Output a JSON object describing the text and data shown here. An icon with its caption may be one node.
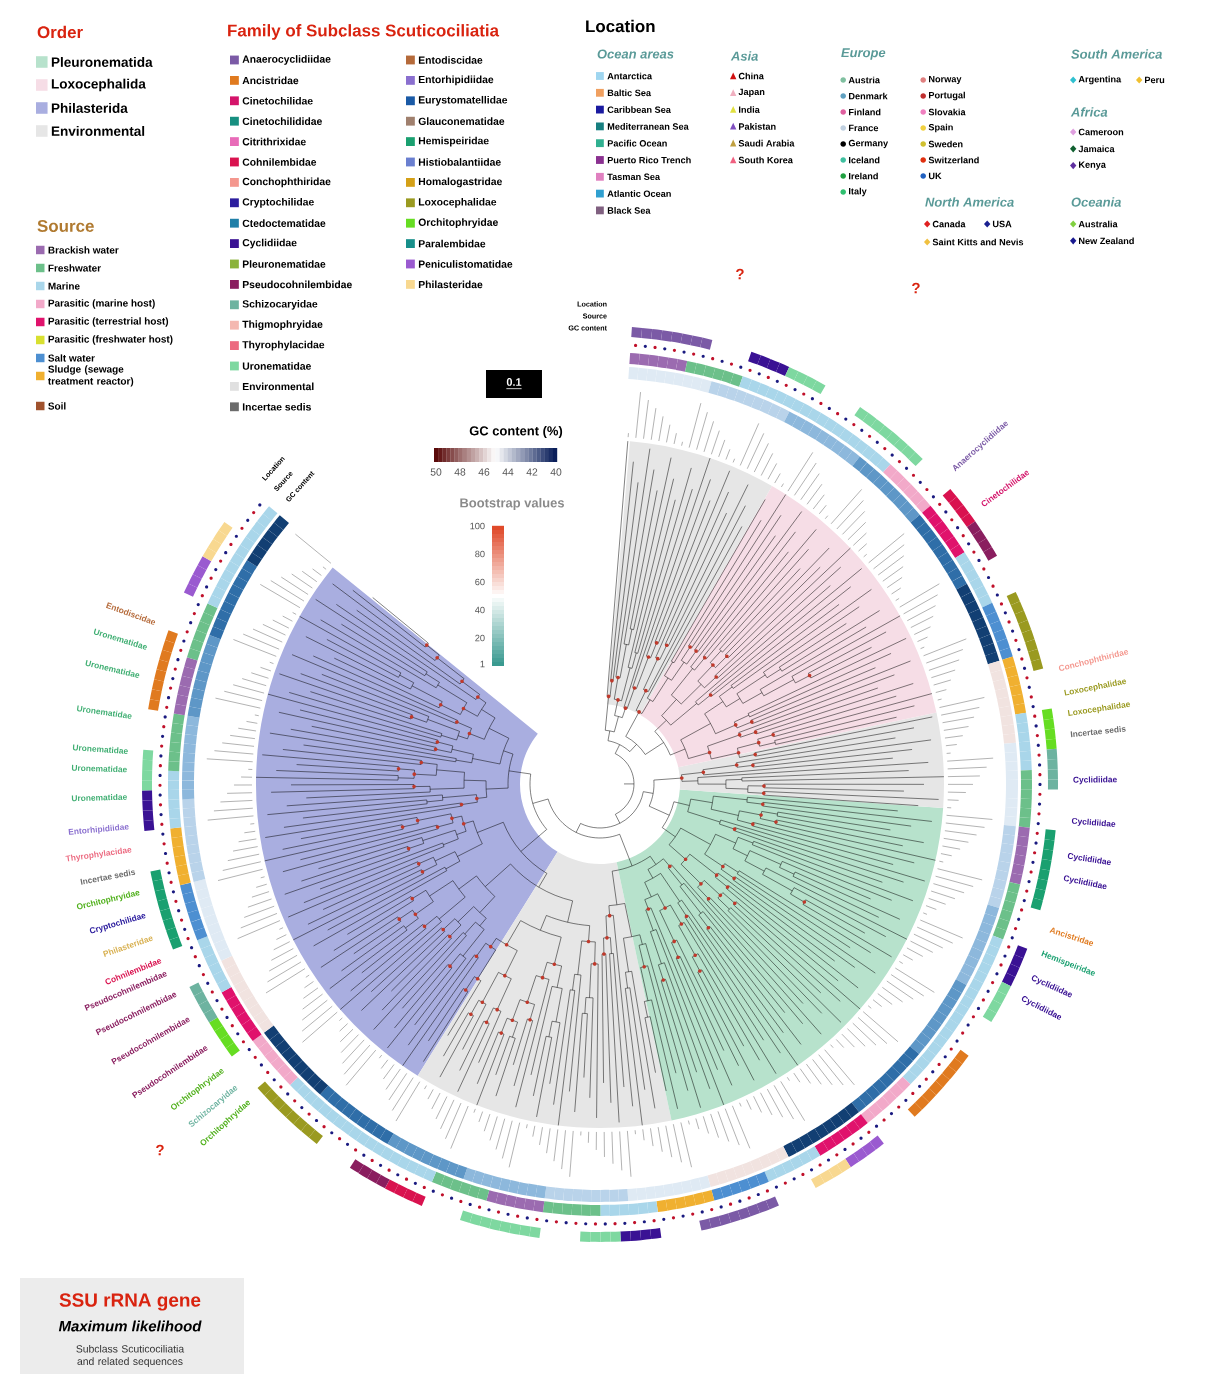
{
  "diagram": {
    "labels": [
      "Order",
      "Family of Subclass Scuticociliatia",
      "Location",
      "Ocean areas",
      "Asia",
      "Europe",
      "South America",
      "Africa",
      "North America",
      "Oceania",
      "Source",
      "0.1",
      "Location",
      "Source",
      "GC content",
      "GC content (%)",
      "50",
      "48",
      "46",
      "44",
      "42",
      "40",
      "Bootstrap values",
      "100",
      "80",
      "60",
      "40",
      "20",
      "1",
      "Location",
      "Source",
      "GC content",
      "?",
      "?",
      "?",
      "Anaerocyclidiidae",
      "Cinetochilidae",
      "Conchophthiridae",
      "Loxocephalidae",
      "Loxocephalidae",
      "Incertae sedis",
      "Cyclidiidae",
      "Cyclidiidae",
      "Cyclidiidae",
      "Cyclidiidae",
      "Ancistridae",
      "Hemispeiridae",
      "Cyclidiidae",
      "Cyclidiidae",
      "Entodiscidae",
      "Uronematidae",
      "Uronematidae",
      "Uronematidae",
      "Uronematidae",
      "Uronematidae",
      "Uronematidae",
      "Entorhipidiidae",
      "Thyrophylacidae",
      "Incertae sedis",
      "Orchitophryidae",
      "Cryptochilidae",
      "Philasteridae",
      "Cohnilembidae",
      "Pseudocohnilembidae",
      "Pseudocohnilembidae",
      "Pseudocohnilembidae",
      "Pseudocohnilembidae",
      "Orchitophryidae",
      "Schizocaryidae",
      "Orchitophryidae",
      "SSU rRNA gene",
      "Maximum likelihood",
      "Subclass Scuticociliatia and related sequences"
    ],
    "legend": [
      {
        "text": "Pleuronematida",
        "color": "#b7e2cc"
      },
      {
        "text": "Loxocephalida",
        "color": "#f6dde6"
      },
      {
        "text": "Philasterida",
        "color": "#a9aee0"
      },
      {
        "text": "Environmental",
        "color": "#e6e6e6"
      },
      {
        "text": "Brackish water",
        "color": "#9b6bb0"
      },
      {
        "text": "Freshwater",
        "color": "#6cc08a"
      },
      {
        "text": "Marine",
        "color": "#a9d6ea"
      },
      {
        "text": "Parasitic (marine host)",
        "color": "#f2a9c9"
      },
      {
        "text": "Parasitic (terrestrial host)",
        "color": "#e0126c"
      },
      {
        "text": "Parasitic (freshwater host)",
        "color": "#d8e030"
      },
      {
        "text": "Salt water",
        "color": "#4d8fd1"
      },
      {
        "text": "Sludge (sewage treatment reactor)",
        "color": "#f0b030"
      },
      {
        "text": "Soil",
        "color": "#a0522d"
      },
      {
        "text": "Anaerocyclidiidae",
        "color": "#7b5aa6"
      },
      {
        "text": "Ancistridae",
        "color": "#e07a1f"
      },
      {
        "text": "Cinetochilidae",
        "color": "#d4146a"
      },
      {
        "text": "Cinetochilididae",
        "color": "#178f80"
      },
      {
        "text": "Citrithrixidae",
        "color": "#e86bb8"
      },
      {
        "text": "Cohnilembidae",
        "color": "#d9124f"
      },
      {
        "text": "Conchophthiridae",
        "color": "#f4978e"
      },
      {
        "text": "Cryptochilidae",
        "color": "#2c1d9e"
      },
      {
        "text": "Ctedoctematidae",
        "color": "#1f7fa8"
      },
      {
        "text": "Cyclidiidae",
        "color": "#3a1294"
      },
      {
        "text": "Pleuronematidae",
        "color": "#8bb33b"
      },
      {
        "text": "Pseudocohnilembidae",
        "color": "#8a1e5f"
      },
      {
        "text": "Schizocaryidae",
        "color": "#6db3a0"
      },
      {
        "text": "Thigmophryidae",
        "color": "#f4b8b0"
      },
      {
        "text": "Thyrophylacidae",
        "color": "#ec6a80"
      },
      {
        "text": "Uronematidae",
        "color": "#7ed8a0"
      },
      {
        "text": "Environmental",
        "color": "#e0e0e0"
      },
      {
        "text": "Incertae sedis",
        "color": "#6b6b6b"
      },
      {
        "text": "Entodiscidae",
        "color": "#b56a3a"
      },
      {
        "text": "Entorhipidiidae",
        "color": "#8a6fcf"
      },
      {
        "text": "Eurystomatellidae",
        "color": "#1a5aa6"
      },
      {
        "text": "Glauconematidae",
        "color": "#a0806e"
      },
      {
        "text": "Hemispeiridae",
        "color": "#1aa070"
      },
      {
        "text": "Histiobalantiidae",
        "color": "#6a7fd0"
      },
      {
        "text": "Homalogastridae",
        "color": "#d4a017"
      },
      {
        "text": "Loxocephalidae",
        "color": "#9a9a20"
      },
      {
        "text": "Orchitophryidae",
        "color": "#66dd22"
      },
      {
        "text": "Paralembidae",
        "color": "#178f8a"
      },
      {
        "text": "Peniculistomatidae",
        "color": "#9a5ad0"
      },
      {
        "text": "Philasteridae",
        "color": "#f8d890"
      },
      {
        "text": "Antarctica",
        "color": "#9fd6f0"
      },
      {
        "text": "Baltic Sea",
        "color": "#f0a060"
      },
      {
        "text": "Caribbean Sea",
        "color": "#1a1aa0"
      },
      {
        "text": "Mediterranean Sea",
        "color": "#177f80"
      },
      {
        "text": "Pacific Ocean",
        "color": "#30b090"
      },
      {
        "text": "Puerto Rico Trench",
        "color": "#8a3090"
      },
      {
        "text": "Tasman Sea",
        "color": "#e080c0"
      },
      {
        "text": "Atlantic Ocean",
        "color": "#30a0d0"
      },
      {
        "text": "Black Sea",
        "color": "#806080"
      },
      {
        "text": "China",
        "color": "#d01010"
      },
      {
        "text": "Japan",
        "color": "#f0b0c0"
      },
      {
        "text": "India",
        "color": "#e0e040"
      },
      {
        "text": "Pakistan",
        "color": "#8050c0"
      },
      {
        "text": "Saudi Arabia",
        "color": "#c0a040"
      },
      {
        "text": "South Korea",
        "color": "#f06080"
      },
      {
        "text": "Austria",
        "color": "#80c0a0"
      },
      {
        "text": "Denmark",
        "color": "#60a0c0"
      },
      {
        "text": "Finland",
        "color": "#e060a0"
      },
      {
        "text": "France",
        "color": "#c0d0e0"
      },
      {
        "text": "Germany",
        "color": "#000000"
      },
      {
        "text": "Iceland",
        "color": "#40c0a0"
      },
      {
        "text": "Ireland",
        "color": "#20a040"
      },
      {
        "text": "Italy",
        "color": "#30c070"
      },
      {
        "text": "Norway",
        "color": "#e08080"
      },
      {
        "text": "Portugal",
        "color": "#c03030"
      },
      {
        "text": "Slovakia",
        "color": "#f080c0"
      },
      {
        "text": "Spain",
        "color": "#f0d040"
      },
      {
        "text": "Sweden",
        "color": "#d0c030"
      },
      {
        "text": "Switzerland",
        "color": "#e03010"
      },
      {
        "text": "UK",
        "color": "#2060c0"
      },
      {
        "text": "Argentina",
        "color": "#30c0d0"
      },
      {
        "text": "Peru",
        "color": "#f0c030"
      },
      {
        "text": "Cameroon",
        "color": "#e0a0e0"
      },
      {
        "text": "Jamaica",
        "color": "#106030"
      },
      {
        "text": "Kenya",
        "color": "#6030a0"
      },
      {
        "text": "Canada",
        "color": "#e02020"
      },
      {
        "text": "USA",
        "color": "#1a2090"
      },
      {
        "text": "Saint Kitts and Nevis",
        "color": "#f0c040"
      },
      {
        "text": "Australia",
        "color": "#80d040"
      },
      {
        "text": "New Zealand",
        "color": "#1a1a90"
      }
    ]
  }
}
